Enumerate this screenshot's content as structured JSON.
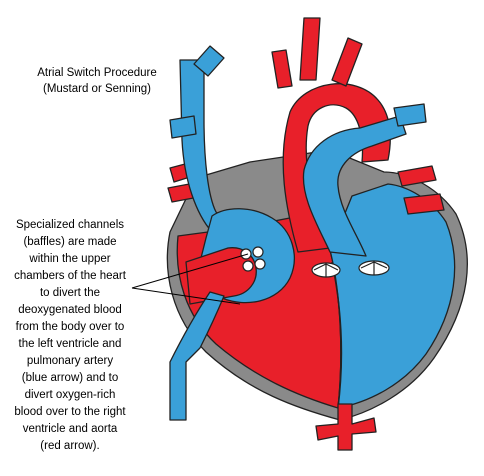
{
  "title": {
    "line1": "Atrial Switch Procedure",
    "line2": "(Mustard or Senning)"
  },
  "caption": {
    "lines": [
      "Specialized channels",
      "(baffles) are made",
      "within the upper",
      "chambers of the heart",
      "to divert the",
      "deoxygenated blood",
      "from the body over to",
      "the left ventricle and",
      "pulmonary artery",
      "(blue arrow) and to",
      "divert oxygen-rich",
      "blood over to the right",
      "ventricle and aorta",
      "(red arrow)."
    ]
  },
  "colors": {
    "oxygen_rich": "#e8202a",
    "deoxygenated": "#3aa0d8",
    "heart_wall": "#8a8a8a",
    "outline": "#222222"
  }
}
